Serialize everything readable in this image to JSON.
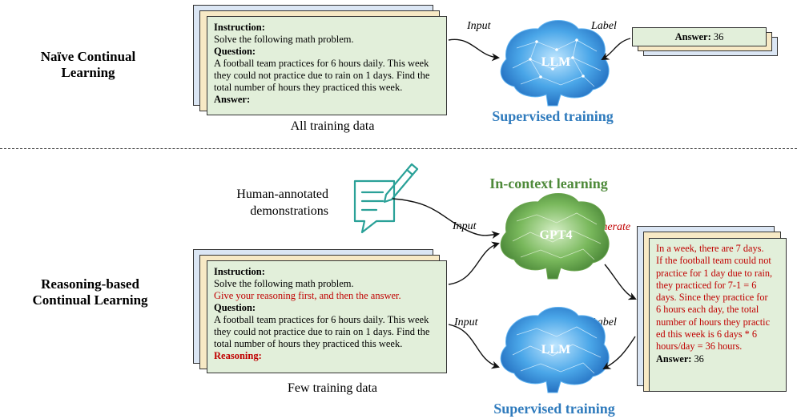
{
  "top": {
    "section_label_line1": "Naïve Continual",
    "section_label_line2": "Learning",
    "card": {
      "instruction_label": "Instruction:",
      "instruction_text": "Solve the following math problem.",
      "question_label": "Question:",
      "question_lines": [
        "A football team practices for 6 hours daily. This week",
        "they could not practice due to rain on 1 days. Find the",
        "total number of hours they practiced this week."
      ],
      "answer_label": "Answer:"
    },
    "caption": "All training data",
    "input_label": "Input",
    "label_label": "Label",
    "answer_card": {
      "label": "Answer:",
      "value": "36"
    },
    "brain_text": "LLM",
    "title": "Supervised training"
  },
  "bottom": {
    "section_label_line1": "Reasoning-based",
    "section_label_line2": "Continual Learning",
    "human_line1": "Human-annotated",
    "human_line2": "demonstrations",
    "icl_title": "In-context learning",
    "gpt_text": "GPT4",
    "generate_label": "Generate",
    "input_label_1": "Input",
    "input_label_2": "Input",
    "label_label": "Label",
    "card": {
      "instruction_label": "Instruction:",
      "instruction_text": "Solve the following math problem.",
      "reasoning_instruction": "Give your reasoning first, and then the answer.",
      "question_label": "Question:",
      "question_lines": [
        "A football team practices for 6 hours daily. This week",
        "they could not practice due to rain on 1 days. Find the",
        "total number of hours they practiced this week."
      ],
      "reasoning_label": "Reasoning:"
    },
    "caption": "Few training data",
    "reasoning_card": {
      "lines": [
        "In a week, there are 7 days.",
        "If the football team could not",
        "practice for 1 day due to rain,",
        "they practiced for 7-1 = 6",
        "days. Since they practice for",
        "6 hours each day, the total",
        "number of hours they practic",
        "ed this week is 6 days * 6",
        "hours/day = 36 hours."
      ],
      "answer_label": "Answer:",
      "answer_value": "36"
    },
    "brain_text": "LLM",
    "title": "Supervised training"
  },
  "colors": {
    "blue_title": "#2f7bbd",
    "green_title": "#4e8a3a",
    "red_text": "#c00000",
    "card_green": "#e2efda",
    "card_yellow": "#f7e9c5",
    "card_blue": "#dbe6f4",
    "icon_teal": "#2aa198"
  },
  "icons": [
    "brain-icon",
    "note-pen-icon",
    "arrow-icon"
  ]
}
